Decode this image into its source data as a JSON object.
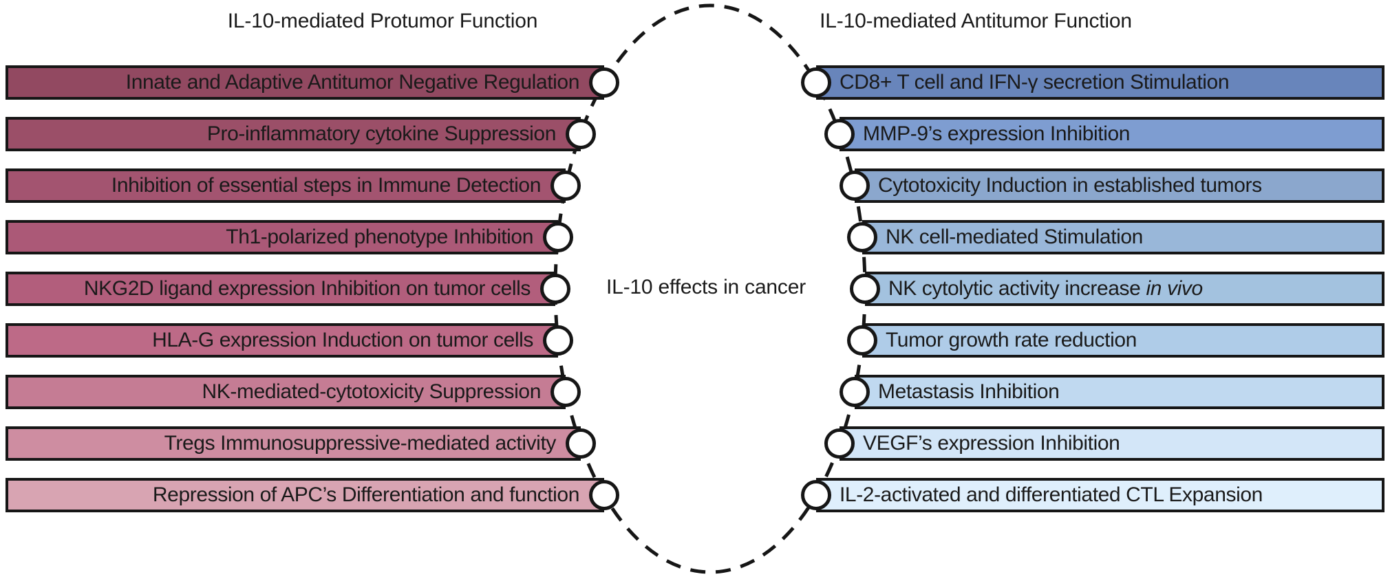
{
  "figure": {
    "center_label": "IL-10 effects in cancer",
    "colors": {
      "outline": "#161616",
      "text": "#1a1a1a",
      "background": "#ffffff"
    },
    "left": {
      "header": "IL-10-mediated Protumor Function",
      "bars": [
        {
          "text": "Innate and Adaptive Antitumor Negative Regulation",
          "italic": "",
          "color": "#924961"
        },
        {
          "text": "Pro-inflammatory cytokine Suppression",
          "italic": "",
          "color": "#9B4F68"
        },
        {
          "text": "Inhibition of essential steps in Immune Detection",
          "italic": "",
          "color": "#A35470"
        },
        {
          "text": "Th1-polarized phenotype Inhibition",
          "italic": "",
          "color": "#AB5977"
        },
        {
          "text": "NKG2D ligand expression Inhibition on tumor cells",
          "italic": "",
          "color": "#B25E7C"
        },
        {
          "text": "HLA-G expression Induction on tumor cells",
          "italic": "",
          "color": "#BD6A87"
        },
        {
          "text": "NK-mediated-cytotoxicity Suppression",
          "italic": "",
          "color": "#C57C94"
        },
        {
          "text": "Tregs Immunosuppressive-mediated activity",
          "italic": "",
          "color": "#CE8DA1"
        },
        {
          "text": "Repression of APC’s Differentiation and function",
          "italic": "",
          "color": "#D8A4B2"
        }
      ]
    },
    "right": {
      "header": "IL-10-mediated Antitumor Function",
      "bars": [
        {
          "text": "CD8+ T cell and IFN-γ secretion Stimulation",
          "italic": "",
          "color": "#6885BB"
        },
        {
          "text": "MMP-9’s expression Inhibition",
          "italic": "",
          "color": "#7E9DD1"
        },
        {
          "text": "Cytotoxicity Induction in established tumors",
          "italic": "",
          "color": "#8BA7CD"
        },
        {
          "text": "NK cell-mediated Stimulation",
          "italic": "",
          "color": "#99B7D9"
        },
        {
          "text": "NK cytolytic activity increase",
          "italic": "in vivo",
          "color": "#A3C2DF"
        },
        {
          "text": "Tumor growth rate reduction",
          "italic": "",
          "color": "#AFCCE8"
        },
        {
          "text": "Metastasis Inhibition",
          "italic": "",
          "color": "#C0D9F0"
        },
        {
          "text": "VEGF’s expression Inhibition",
          "italic": "",
          "color": "#D3E6F8"
        },
        {
          "text": "IL-2-activated and differentiated CTL Expansion",
          "italic": "",
          "color": "#DFEFFC"
        }
      ]
    }
  }
}
